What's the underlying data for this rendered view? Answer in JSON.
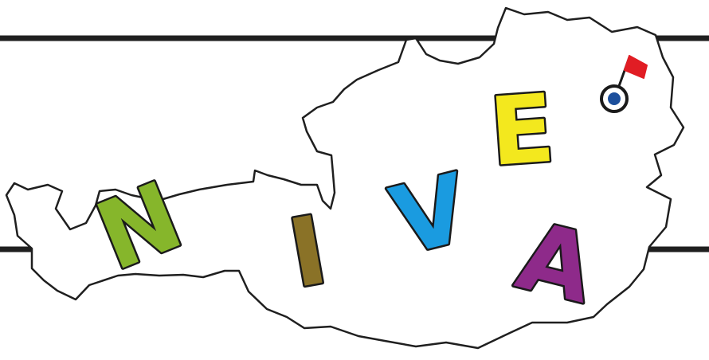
{
  "logo": {
    "letters": [
      {
        "char": "N",
        "color": "#86b62b"
      },
      {
        "char": "I",
        "color": "#8a7227"
      },
      {
        "char": "V",
        "color": "#1a9be0"
      },
      {
        "char": "E",
        "color": "#f3e81e"
      },
      {
        "char": "A",
        "color": "#8e2a8a"
      }
    ]
  },
  "colors": {
    "map_fill": "#ffffff",
    "map_outline": "#1f1f1f",
    "lines": "#1f1f1f",
    "flag": "#e11d24",
    "marker_ring": "#1a1a1a",
    "marker_center": "#1c4f9c"
  },
  "icons": {
    "map": "austria-map-outline",
    "marker": "location-target-icon",
    "flag": "flag-icon"
  }
}
